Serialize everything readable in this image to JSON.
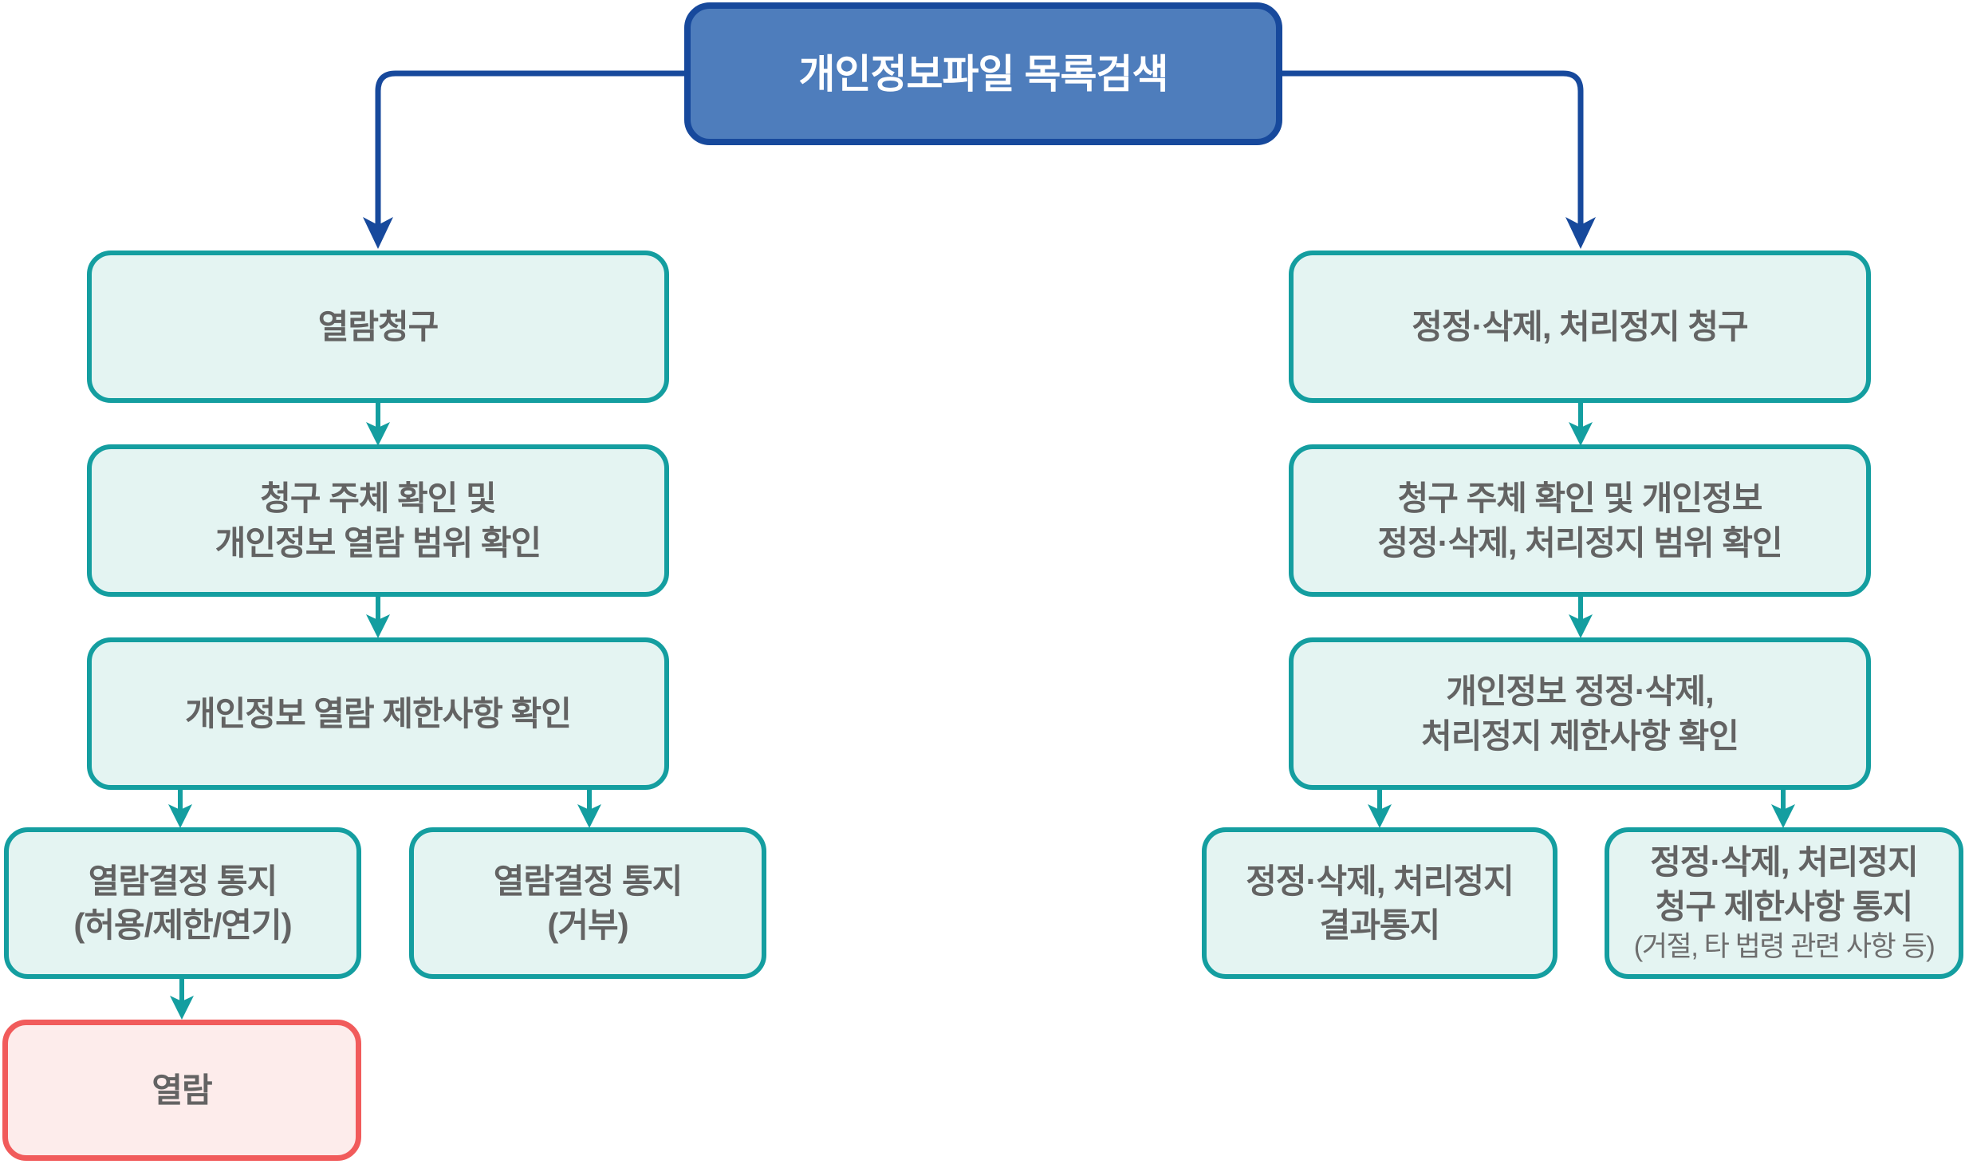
{
  "diagram": {
    "root": {
      "label": "개인정보파일 목록검색"
    },
    "left": {
      "request": {
        "label": "열람청구"
      },
      "verify": {
        "line1": "청구 주체 확인 및",
        "line2": "개인정보 열람 범위 확인"
      },
      "restrict": {
        "label": "개인정보 열람 제한사항 확인"
      },
      "notice_allow": {
        "line1": "열람결정 통지",
        "line2": "(허용/제한/연기)"
      },
      "notice_deny": {
        "line1": "열람결정 통지",
        "line2": "(거부)"
      },
      "view": {
        "label": "열람"
      }
    },
    "right": {
      "request": {
        "label": "정정·삭제, 처리정지 청구"
      },
      "verify": {
        "line1": "청구 주체 확인 및 개인정보",
        "line2": "정정·삭제, 처리정지 범위 확인"
      },
      "restrict": {
        "line1": "개인정보 정정·삭제,",
        "line2": "처리정지 제한사항 확인"
      },
      "notice_result": {
        "line1": "정정·삭제, 처리정지",
        "line2": "결과통지"
      },
      "notice_limit": {
        "line1": "정정·삭제, 처리정지",
        "line2": "청구 제한사항 통지",
        "line3": "(거절, 타 법령 관련 사항 등)"
      }
    },
    "colors": {
      "root_fill": "#4E7DBC",
      "root_border": "#17499C",
      "root_text": "#FFFFFF",
      "step_fill": "#E4F4F2",
      "step_border": "#149EA0",
      "final_fill": "#FDECEB",
      "final_border": "#F15B5B",
      "step_text": "#636363",
      "connector_blue": "#17499C",
      "connector_teal": "#149EA0"
    }
  }
}
